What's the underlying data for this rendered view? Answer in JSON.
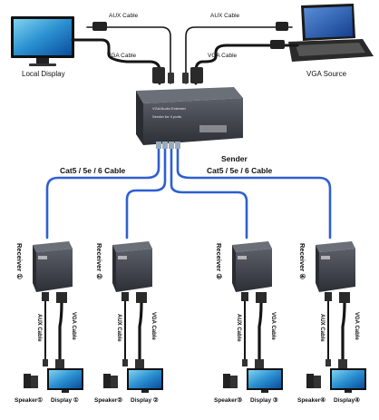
{
  "labels": {
    "aux_cable_left": "AUX Cable",
    "aux_cable_right": "AUX Cable",
    "vga_cable_left": "VGA Cable",
    "vga_cable_right": "VGA Cable",
    "local_display": "Local Display",
    "vga_source": "VGA Source",
    "sender": "Sender",
    "cat_left": "Cat5 / 5e / 6  Cable",
    "cat_right": "Cat5 / 5e / 6  Cable",
    "device_title": "VGA/Audio Extender",
    "device_sub": "Sender for 4 ports"
  },
  "receivers": [
    {
      "label": "Receiver ①",
      "aux": "AUX Cable",
      "vga": "VGA Cable",
      "speaker": "Speaker①",
      "display": "Display ①"
    },
    {
      "label": "Receiver ②",
      "aux": "AUX Cable",
      "vga": "VGA Cable",
      "speaker": "Speaker②",
      "display": "Display ②"
    },
    {
      "label": "Receiver ③",
      "aux": "AUX Cable",
      "vga": "VGA Cable",
      "speaker": "Speaker③",
      "display": "Display ③"
    },
    {
      "label": "Receiver ④",
      "aux": "AUX Cable",
      "vga": "VGA Cable",
      "speaker": "Speaker④",
      "display": "Display④"
    }
  ],
  "colors": {
    "cat_cable": "#2f5fd0",
    "device": "#3a3d44",
    "cable": "#1a1a1a"
  }
}
